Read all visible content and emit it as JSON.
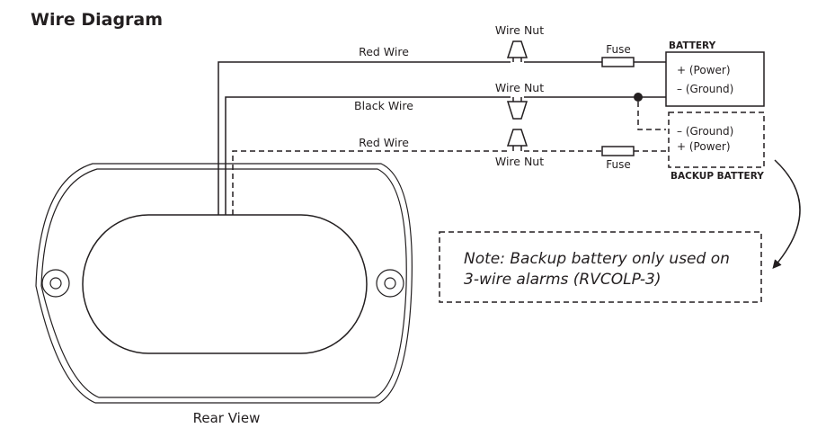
{
  "title": "Wire Diagram",
  "wires": {
    "red_top": "Red Wire",
    "black": "Black Wire",
    "red_backup": "Red Wire"
  },
  "wire_nuts": {
    "top": "Wire Nut",
    "middle": "Wire Nut",
    "bottom": "Wire Nut"
  },
  "fuses": {
    "top": "Fuse",
    "bottom": "Fuse"
  },
  "battery": {
    "label": "BATTERY",
    "power": "+ (Power)",
    "ground": "– (Ground)"
  },
  "backup_battery": {
    "label": "BACKUP BATTERY",
    "ground": "– (Ground)",
    "power": "+ (Power)"
  },
  "note": {
    "line1": "Note: Backup battery only used on",
    "line2": "3-wire alarms (RVCOLP-3)"
  },
  "device": {
    "caption": "Rear View"
  }
}
